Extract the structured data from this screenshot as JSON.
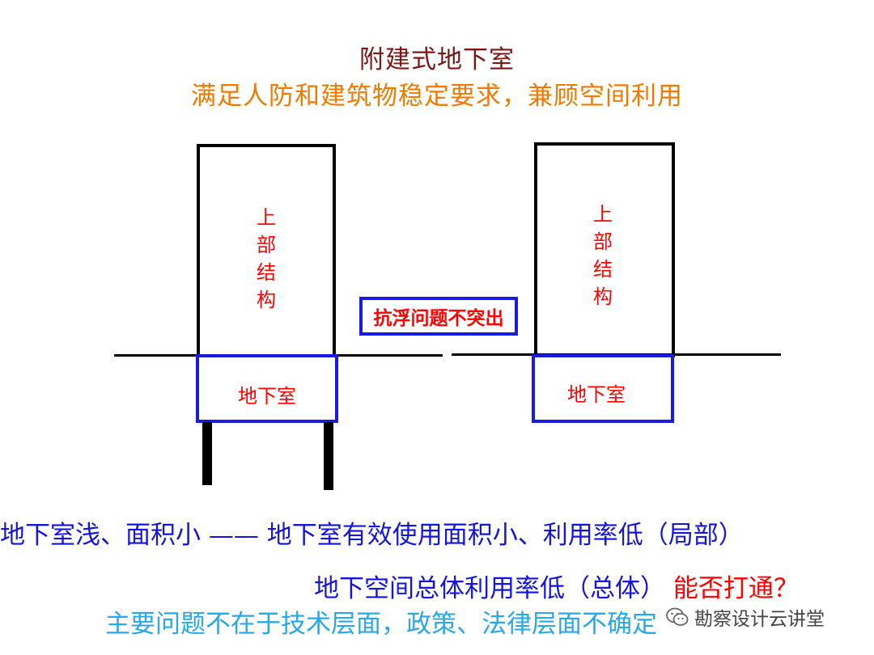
{
  "title": "附建式地下室",
  "subtitle": "满足人防和建筑物稳定要求，兼顾空间利用",
  "left_building": {
    "upper_label": [
      "上",
      "部",
      "结",
      "构"
    ],
    "basement_label": "地下室"
  },
  "right_building": {
    "upper_label": [
      "上",
      "部",
      "结",
      "构"
    ],
    "basement_label": "地下室"
  },
  "callout": "抗浮问题不突出",
  "bottom": {
    "line1": "地下室浅、面积小 —— 地下室有效使用面积小、利用率低（局部）",
    "line2_main": "地下空间总体利用率低（总体） ",
    "line2_question": "能否打通？",
    "line3": "主要问题不在于技术层面，政策、法律层面不确定"
  },
  "watermark": "勘察设计云讲堂",
  "colors": {
    "title": "#7a1818",
    "subtitle": "#f07a00",
    "structure_outline": "#000000",
    "basement_outline": "#1a1ae6",
    "label_red": "#ff0000",
    "text_blue": "#1515d9",
    "text_light_blue": "#29a8e6"
  }
}
